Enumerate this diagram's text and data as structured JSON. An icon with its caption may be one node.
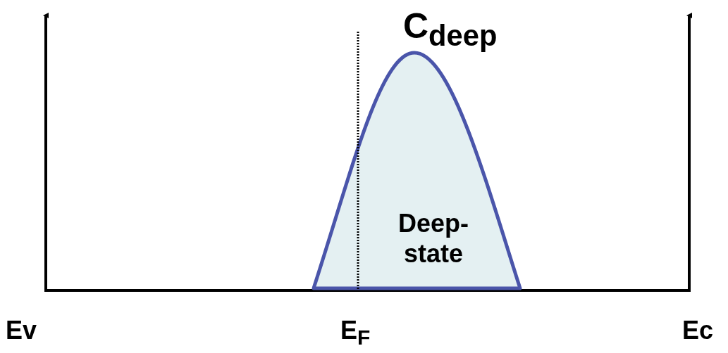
{
  "diagram": {
    "nodes": [
      {
        "text": [
          "Deep-state"
        ]
      }
    ],
    "edges": [],
    "labels": [
      "C$_{deep}$",
      "Ev",
      "E$_{F}$",
      "Ec"
    ]
  }
}
